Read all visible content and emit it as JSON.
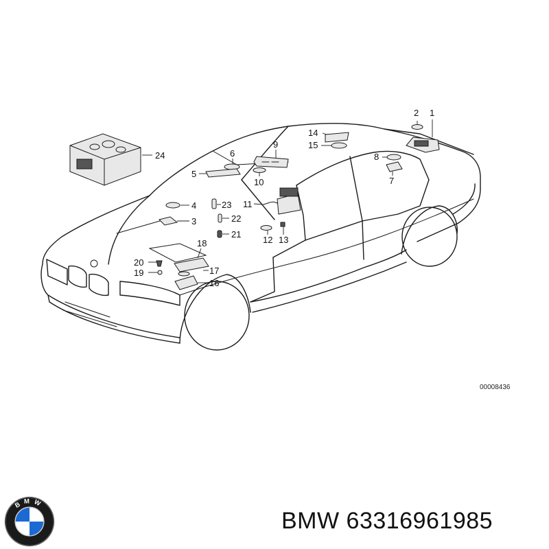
{
  "diagram": {
    "reference_code": "00008436",
    "callouts": {
      "c1": "1",
      "c2": "2",
      "c3": "3",
      "c4": "4",
      "c5": "5",
      "c6": "6",
      "c7": "7",
      "c8": "8",
      "c9": "9",
      "c10": "10",
      "c11": "11",
      "c12": "12",
      "c13": "13",
      "c14": "14",
      "c15": "15",
      "c16": "16",
      "c17": "17",
      "c18": "18",
      "c19": "19",
      "c20": "20",
      "c21": "21",
      "c22": "22",
      "c23": "23",
      "c24": "24"
    }
  },
  "footer": {
    "logo_text": "BMW",
    "brand": "BMW",
    "part_number": "63316961985"
  },
  "colors": {
    "logo_blue": "#1c69d4",
    "logo_ring": "#1a1a1a"
  }
}
